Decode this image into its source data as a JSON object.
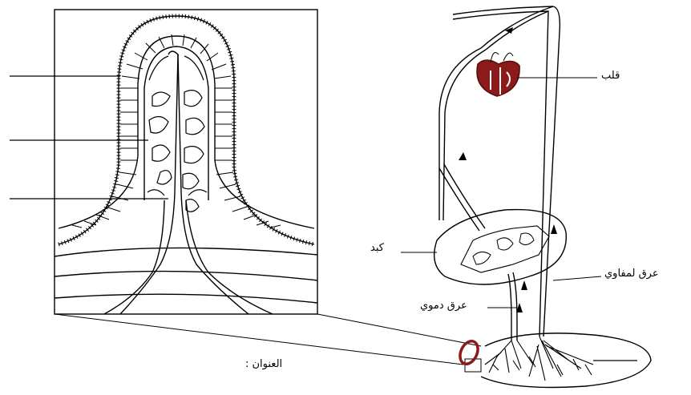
{
  "labels": {
    "heart": "قلب",
    "liver": "كبد",
    "lymph_vessel": "عرق لمفاوي",
    "blood_vessel": "عرق دموي",
    "title": "العنوان :"
  },
  "colors": {
    "line": "#000000",
    "heart_fill": "#8b1a1a",
    "background": "#ffffff"
  },
  "blank_label_lines": 4
}
